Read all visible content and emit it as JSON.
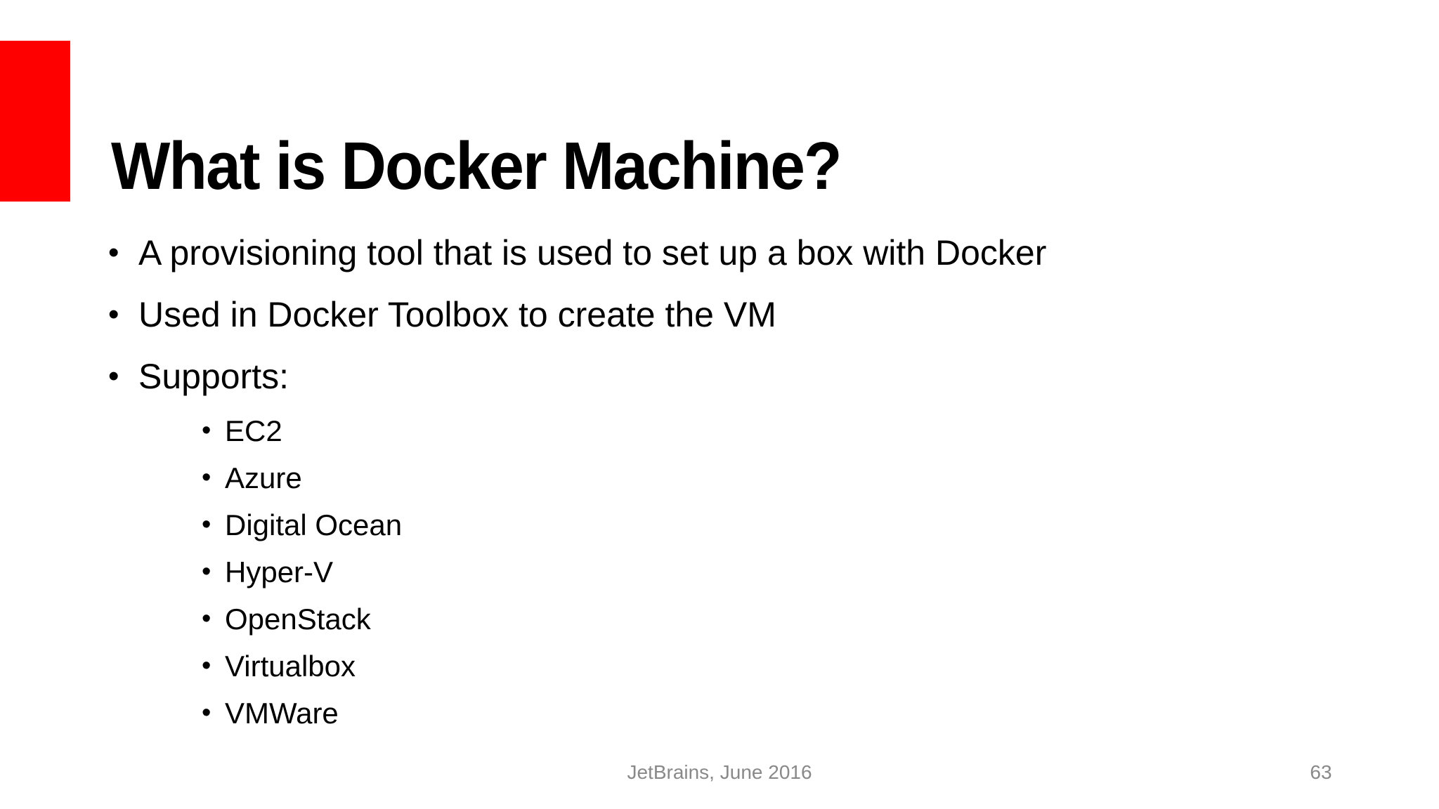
{
  "slide": {
    "accent_color": "#fe0000",
    "title": "What is Docker Machine?",
    "bullets": [
      {
        "label": "A provisioning tool that is used to set up a box with Docker"
      },
      {
        "label": "Used in Docker Toolbox to create the VM"
      },
      {
        "label": "Supports:",
        "children": [
          "EC2",
          "Azure",
          "Digital Ocean",
          "Hyper-V",
          "OpenStack",
          "Virtualbox",
          "VMWare"
        ]
      }
    ],
    "footer": {
      "text": "JetBrains, June 2016",
      "page_number": "63"
    }
  }
}
